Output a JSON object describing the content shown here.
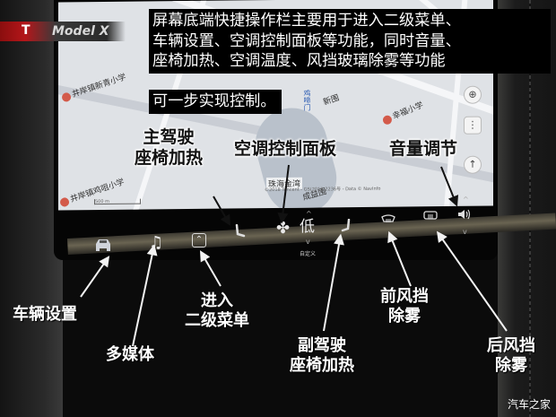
{
  "header": {
    "logo_glyph": "T",
    "model_name": "Model X"
  },
  "note": {
    "lines": [
      "屏幕底端快捷操作栏主要用于进入二级菜单、",
      "车辆设置、空调控制面板等功能，同时音量、",
      "座椅加热、空调温度、风挡玻璃除雾等功能",
      "可一步实现控制。"
    ]
  },
  "map": {
    "pois": [
      {
        "label": "井岸镇新青小学"
      },
      {
        "label": "井岸镇鸡咀小学"
      },
      {
        "label": "幸福小学"
      }
    ],
    "station": "鸡啼门",
    "district_labels": [
      "新围",
      "珠海金湾",
      "成益围",
      "金湾"
    ],
    "copyright": "©2018 Tencent - GS(2018)2236号 - Data © NavInfo",
    "scale": "500 m",
    "buttons": [
      "globe-icon",
      "traffic-light-icon",
      "compass-icon"
    ]
  },
  "dock": {
    "items": [
      {
        "id": "car",
        "icon": "car-icon",
        "glyph": "🚙"
      },
      {
        "id": "media",
        "icon": "music-note-icon",
        "glyph": "♫"
      },
      {
        "id": "menu",
        "icon": "chevron-up-box-icon",
        "glyph": "⌃"
      },
      {
        "id": "driver-seat",
        "icon": "seat-heater-icon",
        "glyph": "⌊"
      },
      {
        "id": "fan",
        "icon": "fan-icon",
        "glyph": "✤"
      },
      {
        "id": "climate",
        "icon": "climate-temp",
        "glyph": "低",
        "sub": "自定义"
      },
      {
        "id": "passenger-seat",
        "icon": "seat-heater-icon",
        "glyph": "⌋"
      },
      {
        "id": "front-defrost",
        "icon": "front-defrost-icon",
        "glyph": "⛆"
      },
      {
        "id": "rear-defrost",
        "icon": "rear-defrost-icon",
        "glyph": "⛆"
      },
      {
        "id": "volume",
        "icon": "volume-icon",
        "glyph": "🔊"
      }
    ],
    "temp_value": "低",
    "temp_mode": "自定义",
    "chevron_up": "^",
    "chevron_down": "v"
  },
  "callouts": {
    "driver_seat": [
      "主驾驶",
      "座椅加热"
    ],
    "climate_panel": "空调控制面板",
    "volume": "音量调节",
    "vehicle_settings": "车辆设置",
    "media": "多媒体",
    "secondary_menu": [
      "进入",
      "二级菜单"
    ],
    "passenger_seat": [
      "副驾驶",
      "座椅加热"
    ],
    "front_defrost": [
      "前风挡",
      "除雾"
    ],
    "rear_defrost": [
      "后风挡",
      "除雾"
    ]
  },
  "watermark": "汽车之家"
}
